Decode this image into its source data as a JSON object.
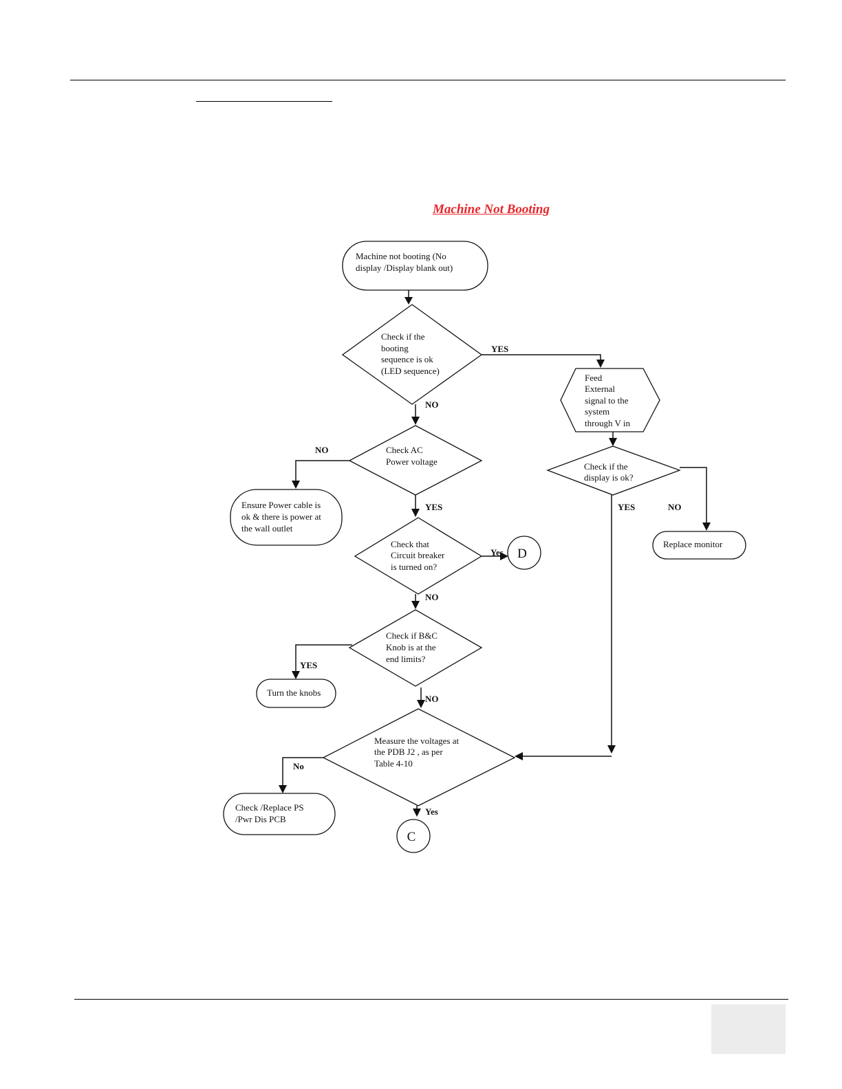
{
  "flowchart": {
    "title": "Machine Not Booting",
    "nodes": {
      "start": [
        "Machine not booting (No",
        "display /Display blank out)"
      ],
      "check_boot": [
        "Check if the",
        "booting",
        "sequence is ok",
        "(LED sequence)"
      ],
      "feed_signal": [
        "Feed",
        "External",
        "signal to the",
        "system",
        "through V in"
      ],
      "check_display": [
        "Check if the",
        "display is ok?"
      ],
      "replace_monitor": [
        "Replace monitor"
      ],
      "check_ac": [
        "Check AC",
        "Power voltage"
      ],
      "ensure_power": [
        "Ensure Power cable is",
        "ok & there is  power at",
        "the wall outlet"
      ],
      "check_breaker": [
        "Check that",
        "Circuit breaker",
        "is turned on?"
      ],
      "connector_d": [
        "D"
      ],
      "check_knob": [
        "Check if B&C",
        "Knob is at the",
        "end limits?"
      ],
      "turn_knobs": [
        "Turn the knobs"
      ],
      "measure_voltages": [
        "Measure the voltages at",
        "the PDB  J2 , as per",
        "Table 4-10"
      ],
      "check_replace_ps": [
        "Check /Replace PS",
        "/Pwr Dis PCB"
      ],
      "connector_c": [
        "C"
      ]
    },
    "edge_labels": {
      "boot_yes": "YES",
      "boot_no": "NO",
      "ac_no": "NO",
      "ac_yes": "YES",
      "display_yes": "YES",
      "display_no": "NO",
      "breaker_yes": "Yes",
      "breaker_no": "NO",
      "knob_yes": "YES",
      "knob_no": "NO",
      "measure_no": "No",
      "measure_yes": "Yes"
    }
  }
}
